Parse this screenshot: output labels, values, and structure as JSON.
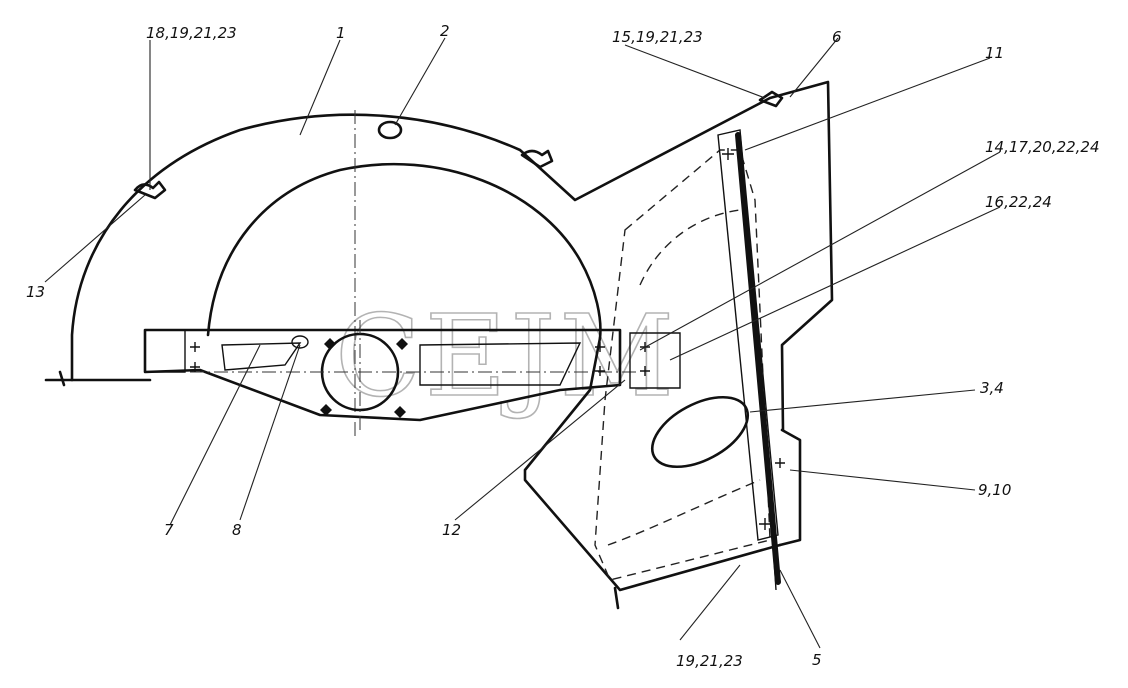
{
  "watermark": "CEJM",
  "callouts": {
    "c1": "1",
    "c2": "2",
    "c3_4": "3,4",
    "c5": "5",
    "c6": "6",
    "c7": "7",
    "c8": "8",
    "c9_10": "9,10",
    "c11": "11",
    "c12": "12",
    "c13": "13",
    "c14_17_20_22_24": "14,17,20,22,24",
    "c15_19_21_23": "15,19,21,23",
    "c16_22_24": "16,22,24",
    "c18_19_21_23": "18,19,21,23",
    "c19_21_23": "19,21,23"
  }
}
